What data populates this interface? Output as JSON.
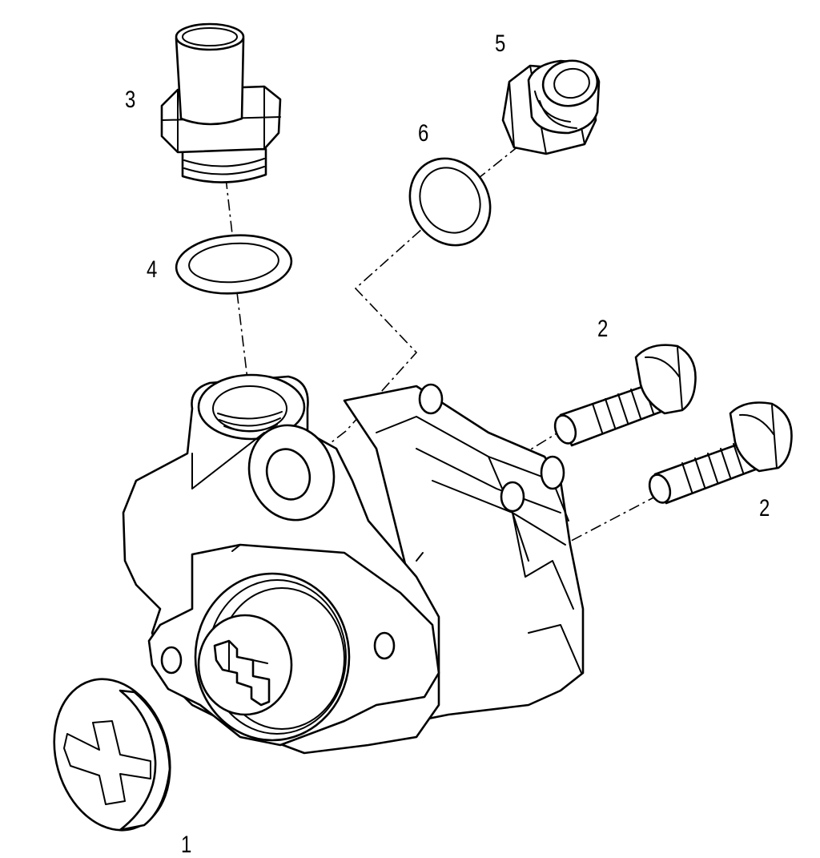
{
  "diagram": {
    "callouts": {
      "pump": "1",
      "bolt_upper": "2",
      "bolt_lower": "2",
      "hose_fitting": "3",
      "fitting_washer": "4",
      "plug_fitting": "5",
      "plug_washer": "6"
    },
    "line_color": "#000000",
    "background_color": "#ffffff"
  }
}
